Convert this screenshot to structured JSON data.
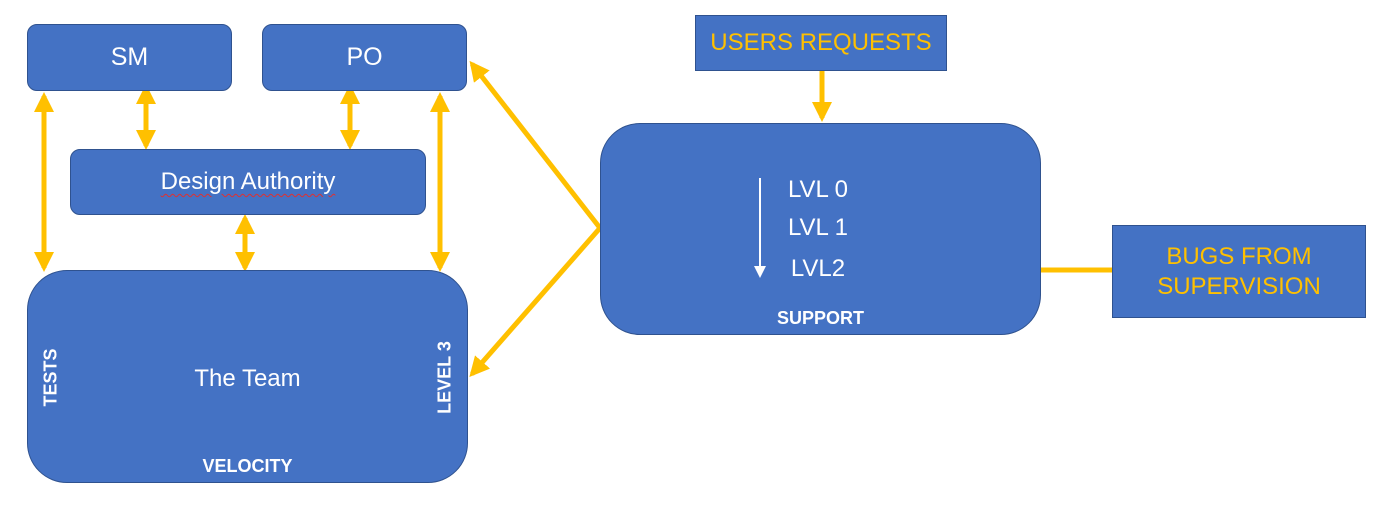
{
  "nodes": {
    "sm": "SM",
    "po": "PO",
    "design_authority": "Design Authority",
    "team": {
      "title": "The Team",
      "left_label": "TESTS",
      "right_label": "LEVEL 3",
      "bottom_label": "VELOCITY"
    },
    "support": {
      "levels": [
        "LVL 0",
        "LVL 1",
        "LVL2"
      ],
      "bottom_label": "SUPPORT"
    },
    "users_requests": "USERS REQUESTS",
    "bugs": {
      "line1": "BUGS FROM",
      "line2": "SUPERVISION"
    }
  },
  "colors": {
    "box_fill": "#4472c4",
    "box_border": "#2f528f",
    "arrow": "#ffc000",
    "text_light": "#ffffff",
    "text_accent": "#ffc000"
  }
}
